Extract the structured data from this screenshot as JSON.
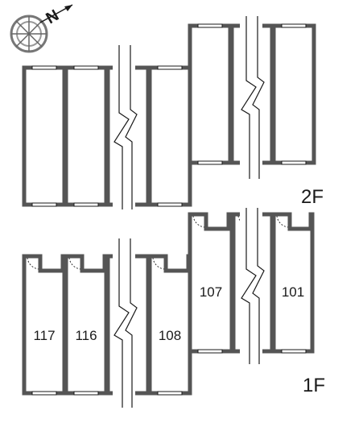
{
  "compass": {
    "north_letter": "N",
    "icon": "compass-rose-icon"
  },
  "floors": {
    "second": {
      "label": "2F"
    },
    "first": {
      "label": "1F"
    }
  },
  "units_1f": [
    {
      "number": "117"
    },
    {
      "number": "116"
    },
    {
      "number": "108"
    },
    {
      "number": "107"
    },
    {
      "number": "101"
    }
  ],
  "colors": {
    "wall": "#555555",
    "line": "#1a1a1a",
    "background": "#ffffff"
  }
}
